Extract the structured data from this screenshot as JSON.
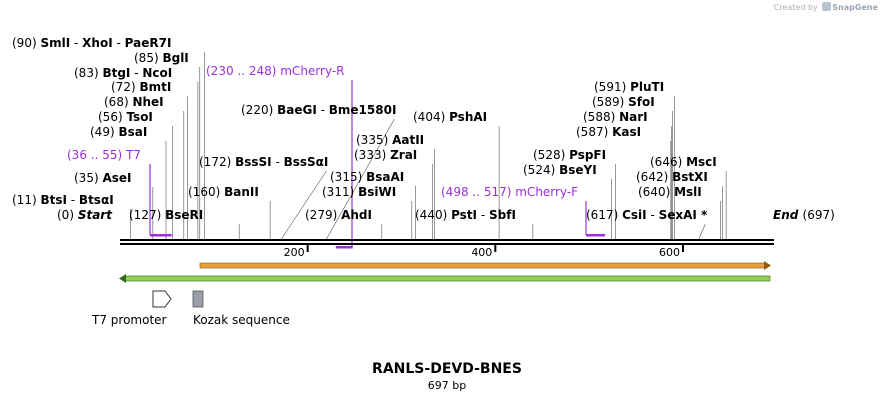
{
  "credit": {
    "prefix": "Created by",
    "brand": "SnapGene"
  },
  "map": {
    "title": "RANLS-DEVD-BNES",
    "length_label": "697 bp",
    "length_bp": 697
  },
  "ends": {
    "start_pos": "(0)",
    "start_label": "Start",
    "end_label": "End",
    "end_pos": "(697)"
  },
  "ruler": {
    "ticks": [
      "200",
      "400",
      "600"
    ]
  },
  "sites": [
    {
      "pos": "(90)",
      "names": "SmlI",
      "extra": "XhoI",
      "extra2": "PaeR7I"
    },
    {
      "pos": "(85)",
      "names": "BglI"
    },
    {
      "pos": "(83)",
      "names": "BtgI",
      "extra": "NcoI"
    },
    {
      "pos": "(72)",
      "names": "BmtI"
    },
    {
      "pos": "(68)",
      "names": "NheI"
    },
    {
      "pos": "(56)",
      "names": "TsoI"
    },
    {
      "pos": "(49)",
      "names": "BsaI"
    },
    {
      "pos": "(35)",
      "names": "AseI"
    },
    {
      "pos": "(11)",
      "names": "BtsI",
      "extra": "BtsαI"
    },
    {
      "pos": "(127)",
      "names": "BseRI"
    },
    {
      "pos": "(160)",
      "names": "BanII"
    },
    {
      "pos": "(172)",
      "names": "BssSI",
      "extra": "BssSαI"
    },
    {
      "pos": "(220)",
      "names": "BaeGI",
      "extra": "Bme1580I"
    },
    {
      "pos": "(279)",
      "names": "AhdI"
    },
    {
      "pos": "(311)",
      "names": "BsiWI"
    },
    {
      "pos": "(315)",
      "names": "BsaAI"
    },
    {
      "pos": "(333)",
      "names": "ZraI"
    },
    {
      "pos": "(335)",
      "names": "AatII"
    },
    {
      "pos": "(404)",
      "names": "PshAI"
    },
    {
      "pos": "(440)",
      "names": "PstI",
      "extra": "SbfI"
    },
    {
      "pos": "(528)",
      "names": "PspFI"
    },
    {
      "pos": "(524)",
      "names": "BseYI"
    },
    {
      "pos": "(617)",
      "names": "CsiI",
      "extra": "SexAI *"
    },
    {
      "pos": "(591)",
      "names": "PluTI"
    },
    {
      "pos": "(589)",
      "names": "SfoI"
    },
    {
      "pos": "(588)",
      "names": "NarI"
    },
    {
      "pos": "(587)",
      "names": "KasI"
    },
    {
      "pos": "(646)",
      "names": "MscI"
    },
    {
      "pos": "(642)",
      "names": "BstXI"
    },
    {
      "pos": "(640)",
      "names": "MslI"
    }
  ],
  "primers": [
    {
      "range": "(36 .. 55)",
      "name": "T7"
    },
    {
      "range": "(230 .. 248)",
      "name": "mCherry-R"
    },
    {
      "range": "(498 .. 517)",
      "name": "mCherry-F"
    }
  ],
  "legend": {
    "promoter": "T7 promoter",
    "kozak": "Kozak sequence"
  },
  "colors": {
    "primer": "#9b30d9",
    "feature_orange": "#e8a13a",
    "feature_green": "#8fd14f",
    "backbone": "#000000",
    "kozak": "#9aa0a8"
  }
}
